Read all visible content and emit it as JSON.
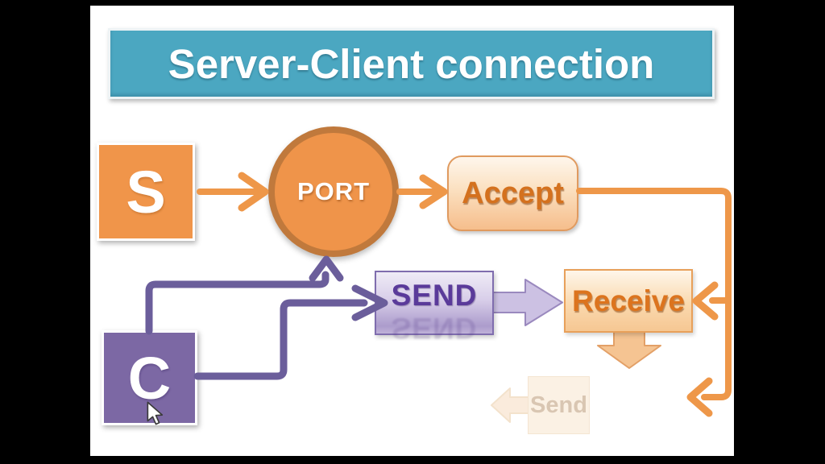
{
  "title": {
    "text": "Server-Client connection",
    "background": "#4BA7C1",
    "text_color": "#FFFFFF"
  },
  "nodes": {
    "server": {
      "label": "S",
      "fill": "#F0954A",
      "text_color": "#FFFFFF"
    },
    "client": {
      "label": "C",
      "fill": "#7C68A4",
      "text_color": "#FFFFFF"
    },
    "port": {
      "label": "PORT",
      "fill": "#EF944A",
      "border": "#C0793C",
      "text_color": "#FFFFFF"
    },
    "accept": {
      "label": "Accept",
      "fill_top": "#FEF6EC",
      "fill_bottom": "#F6BE8C",
      "border": "#E09A5F",
      "text_color": "#D4711E"
    },
    "send": {
      "label": "SEND",
      "fill_top": "#EFEBF6",
      "fill_bottom": "#AC9CCC",
      "border": "#7F6DAE",
      "text_color": "#5A3A9A"
    },
    "receive": {
      "label": "Receive",
      "fill_top": "#FEF6EA",
      "fill_bottom": "#F6C793",
      "border": "#E8A05A",
      "text_color": "#DC741E"
    },
    "pending_send": {
      "label": "Send",
      "fill": "#FBF1E4",
      "border": "#F4E5D2",
      "text_color": "#D9C6B2"
    }
  },
  "connectors": {
    "orange_color": "#EE9749",
    "purple_color": "#6B5E9B",
    "edges": [
      "server to port",
      "port to accept",
      "accept loop down to receive",
      "accept loop down to bottom",
      "client up to port",
      "client to send",
      "send block-arrow to receive",
      "receive block-arrow down",
      "pending send block-arrow left (faded)"
    ]
  },
  "icons": {
    "cursor": "mouse-cursor-icon"
  },
  "frame": {
    "letterbox_color": "#000000",
    "canvas_color": "#FFFFFF"
  }
}
